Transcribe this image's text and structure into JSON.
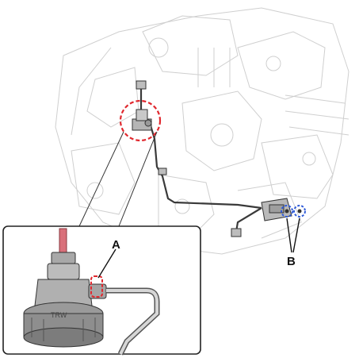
{
  "figure": {
    "callouts": [
      {
        "label": "A"
      },
      {
        "label": "B"
      }
    ],
    "highlight_colors": {
      "red_marker": "#e0282e",
      "blue_marker": "#2f5bd8",
      "line_art": "#c9c9c9",
      "part_fill": "#9a9a9a"
    },
    "inset_part_marking": "TRW"
  }
}
